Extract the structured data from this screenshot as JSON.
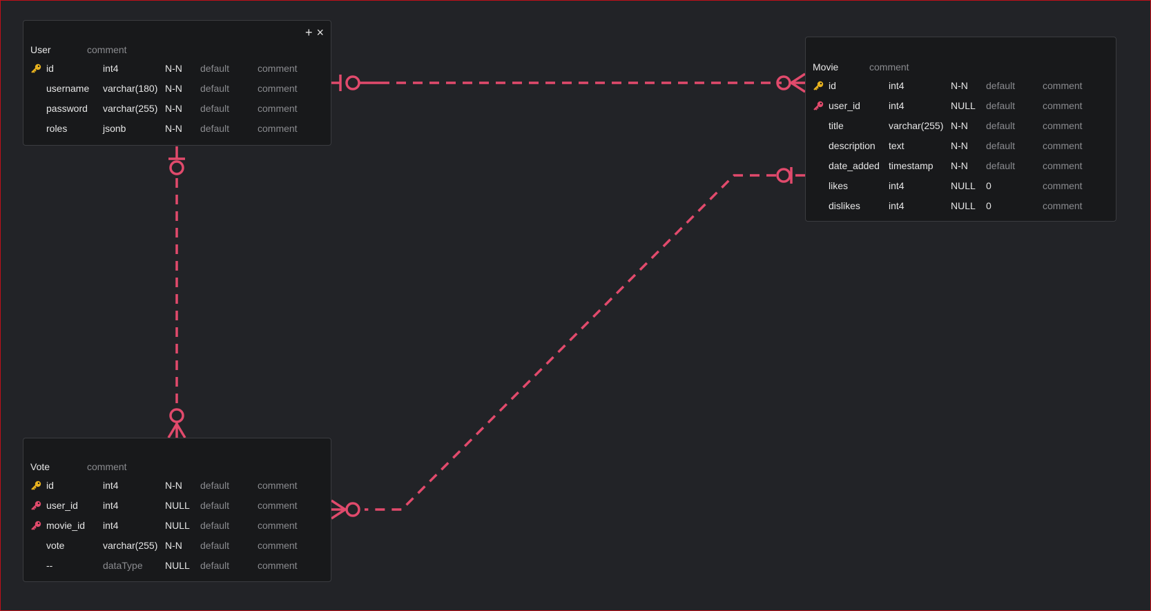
{
  "colors": {
    "relation": "#e14a6c",
    "primary_key": "#e8b21e",
    "foreign_key": "#e14a6c",
    "background": "#222327",
    "card": "#18191b"
  },
  "tables": {
    "user": {
      "name": "User",
      "comment": "comment",
      "tools": {
        "add": "+",
        "close": "×"
      },
      "columns": [
        {
          "key": "primary",
          "name": "id",
          "type": "int4",
          "nullable": "N-N",
          "default": "default",
          "comment": "comment"
        },
        {
          "key": "",
          "name": "username",
          "type": "varchar(180)",
          "nullable": "N-N",
          "default": "default",
          "comment": "comment"
        },
        {
          "key": "",
          "name": "password",
          "type": "varchar(255)",
          "nullable": "N-N",
          "default": "default",
          "comment": "comment"
        },
        {
          "key": "",
          "name": "roles",
          "type": "jsonb",
          "nullable": "N-N",
          "default": "default",
          "comment": "comment"
        }
      ]
    },
    "movie": {
      "name": "Movie",
      "comment": "comment",
      "columns": [
        {
          "key": "primary",
          "name": "id",
          "type": "int4",
          "nullable": "N-N",
          "default": "default",
          "comment": "comment"
        },
        {
          "key": "foreign",
          "name": "user_id",
          "type": "int4",
          "nullable": "NULL",
          "default": "default",
          "comment": "comment"
        },
        {
          "key": "",
          "name": "title",
          "type": "varchar(255)",
          "nullable": "N-N",
          "default": "default",
          "comment": "comment"
        },
        {
          "key": "",
          "name": "description",
          "type": "text",
          "nullable": "N-N",
          "default": "default",
          "comment": "comment"
        },
        {
          "key": "",
          "name": "date_added",
          "type": "timestamp",
          "nullable": "N-N",
          "default": "default",
          "comment": "comment"
        },
        {
          "key": "",
          "name": "likes",
          "type": "int4",
          "nullable": "NULL",
          "default": "0",
          "comment": "comment"
        },
        {
          "key": "",
          "name": "dislikes",
          "type": "int4",
          "nullable": "NULL",
          "default": "0",
          "comment": "comment"
        }
      ]
    },
    "vote": {
      "name": "Vote",
      "comment": "comment",
      "columns": [
        {
          "key": "primary",
          "name": "id",
          "type": "int4",
          "nullable": "N-N",
          "default": "default",
          "comment": "comment"
        },
        {
          "key": "foreign",
          "name": "user_id",
          "type": "int4",
          "nullable": "NULL",
          "default": "default",
          "comment": "comment"
        },
        {
          "key": "foreign",
          "name": "movie_id",
          "type": "int4",
          "nullable": "NULL",
          "default": "default",
          "comment": "comment"
        },
        {
          "key": "",
          "name": "vote",
          "type": "varchar(255)",
          "nullable": "N-N",
          "default": "default",
          "comment": "comment"
        },
        {
          "key": "",
          "name": "--",
          "type": "dataType",
          "nullable": "NULL",
          "default": "default",
          "comment": "comment"
        }
      ]
    }
  },
  "relations": [
    {
      "from": "User.id",
      "to": "Movie.user_id",
      "from_cardinality": "zero-or-one",
      "to_cardinality": "zero-or-many"
    },
    {
      "from": "User.id",
      "to": "Vote.user_id",
      "from_cardinality": "zero-or-one",
      "to_cardinality": "zero-or-many"
    },
    {
      "from": "Movie.id",
      "to": "Vote.movie_id",
      "from_cardinality": "zero-or-one",
      "to_cardinality": "zero-or-many"
    }
  ]
}
